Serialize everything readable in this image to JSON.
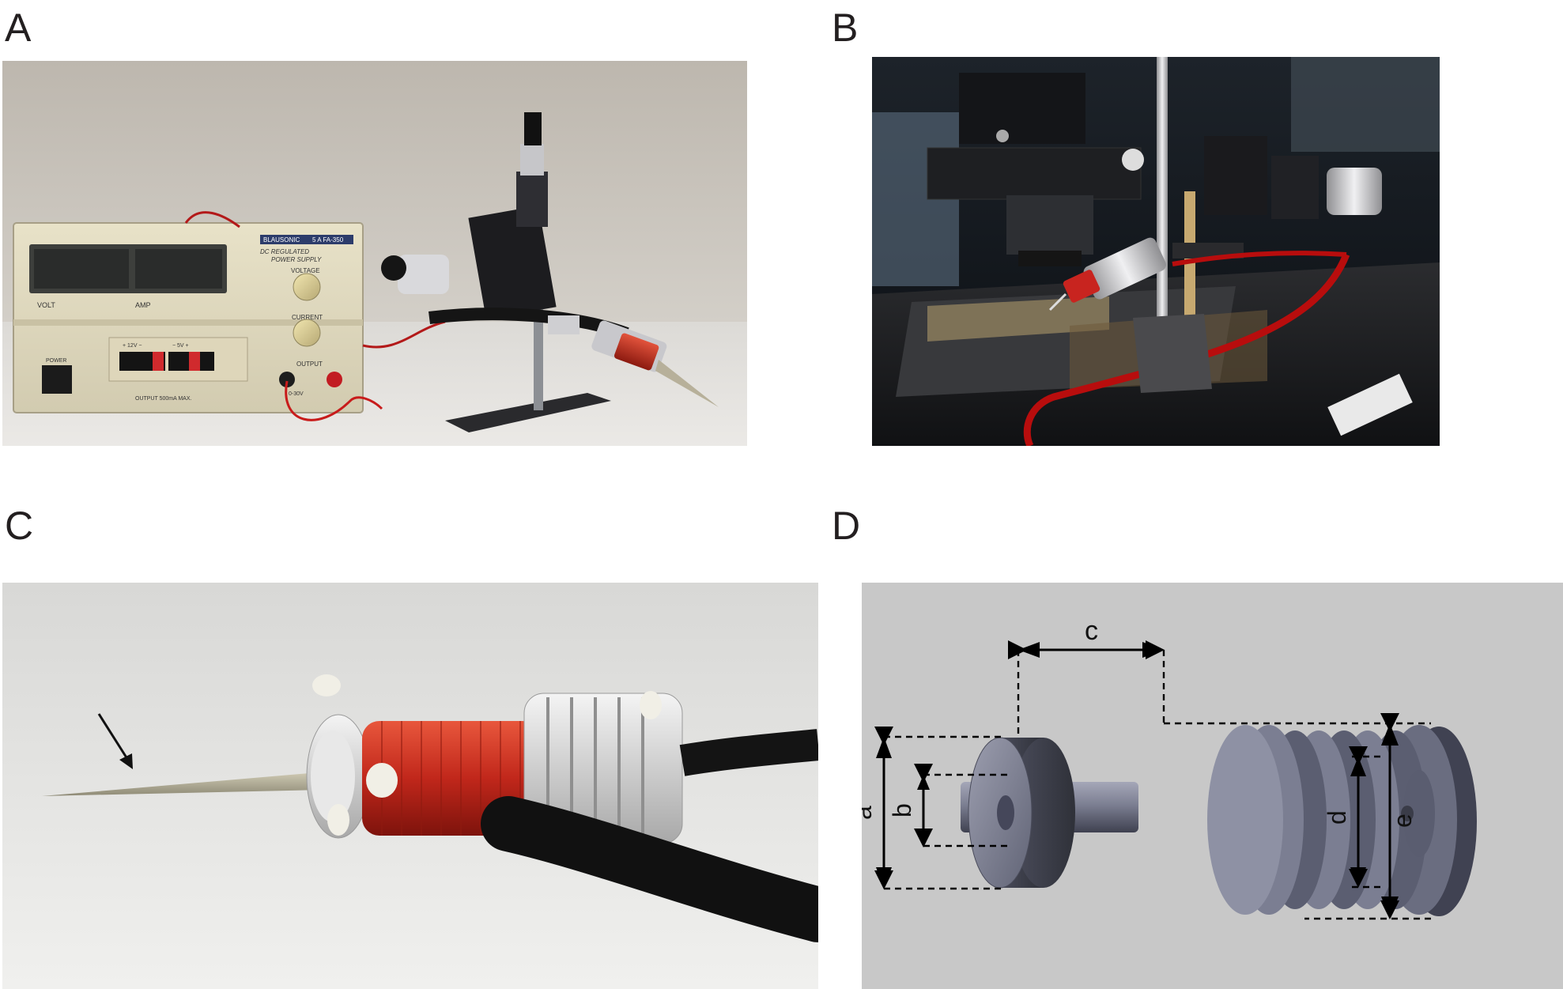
{
  "panels": {
    "a": {
      "letter": "A"
    },
    "b": {
      "letter": "B"
    },
    "c": {
      "letter": "C"
    },
    "d": {
      "letter": "D"
    }
  },
  "power_supply": {
    "brand": "BLAUSONIC",
    "model": "5 A FA-350",
    "title_line1": "DC REGULATED",
    "title_line2": "POWER SUPPLY",
    "volt_label": "VOLT",
    "amp_label": "AMP",
    "voltage_label": "VOLTAGE",
    "current_label": "CURRENT",
    "output_label": "OUTPUT",
    "power_label": "POWER",
    "rail_12v": "+ 12V −",
    "rail_5v": "− 5V +",
    "output_max": "OUTPUT 500mA MAX.",
    "output_voltage": "0-30V"
  },
  "diagram": {
    "labels": {
      "a": "a",
      "b": "b",
      "c": "c",
      "d": "d",
      "e": "e"
    },
    "colors": {
      "background": "#c8c8c8",
      "part": "#6e7183",
      "part_dark": "#3c3e4a",
      "part_light": "#9a9cae"
    }
  }
}
